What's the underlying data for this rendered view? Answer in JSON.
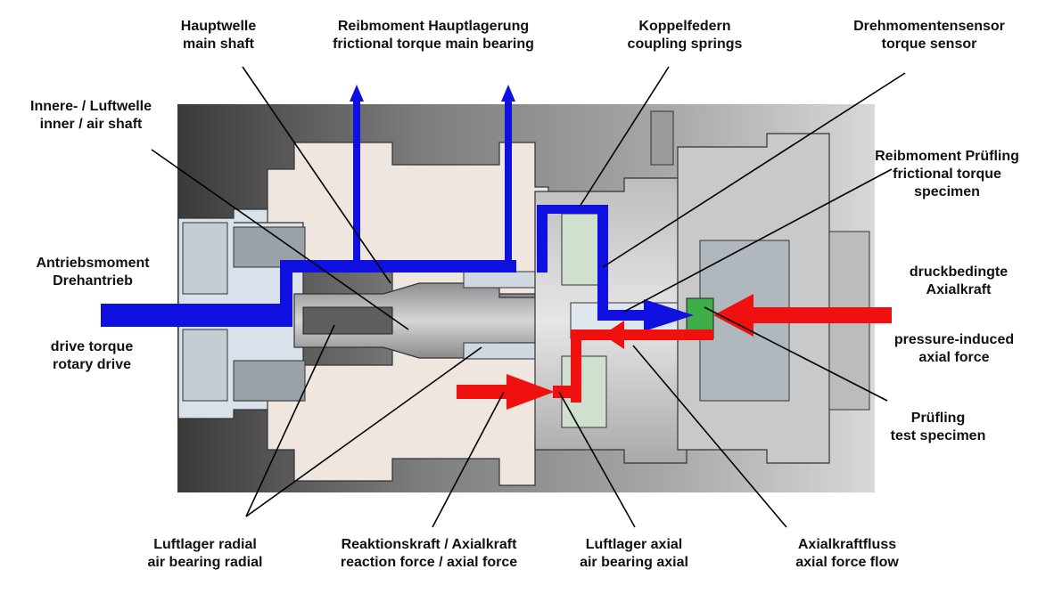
{
  "colors": {
    "torque_flow": "#1010e0",
    "force_flow": "#f01010",
    "leader": "#000000",
    "text": "#111111"
  },
  "labels": {
    "main_shaft": {
      "de": "Hauptwelle",
      "en": "main shaft"
    },
    "main_bearing_torque": {
      "de": "Reibmoment Hauptlagerung",
      "en": "frictional torque main bearing"
    },
    "coupling_springs": {
      "de": "Koppelfedern",
      "en": "coupling springs"
    },
    "torque_sensor": {
      "de": "Drehmomentensensor",
      "en": "torque sensor"
    },
    "inner_shaft": {
      "de": "Innere- / Luftwelle",
      "en": "inner / air shaft"
    },
    "specimen_torque": {
      "de": "Reibmoment Prüfling",
      "en": "frictional torque",
      "en2": "specimen"
    },
    "drive_torque_de": {
      "de": "Antriebsmoment",
      "de2": "Drehantrieb"
    },
    "drive_torque_en": {
      "en": "drive torque",
      "en2": "rotary drive"
    },
    "pressure_force_de": {
      "de": "druckbedingte",
      "de2": "Axialkraft"
    },
    "pressure_force_en": {
      "en": "pressure-induced",
      "en2": "axial force"
    },
    "test_specimen": {
      "de": "Prüfling",
      "en": "test specimen"
    },
    "air_bearing_radial": {
      "de": "Luftlager radial",
      "en": "air bearing radial"
    },
    "reaction_force": {
      "de": "Reaktionskraft / Axialkraft",
      "en": "reaction force / axial force"
    },
    "air_bearing_axial": {
      "de": "Luftlager axial",
      "en": "air bearing axial"
    },
    "axial_force_flow": {
      "de": "Axialkraftfluss",
      "en": "axial force flow"
    }
  }
}
